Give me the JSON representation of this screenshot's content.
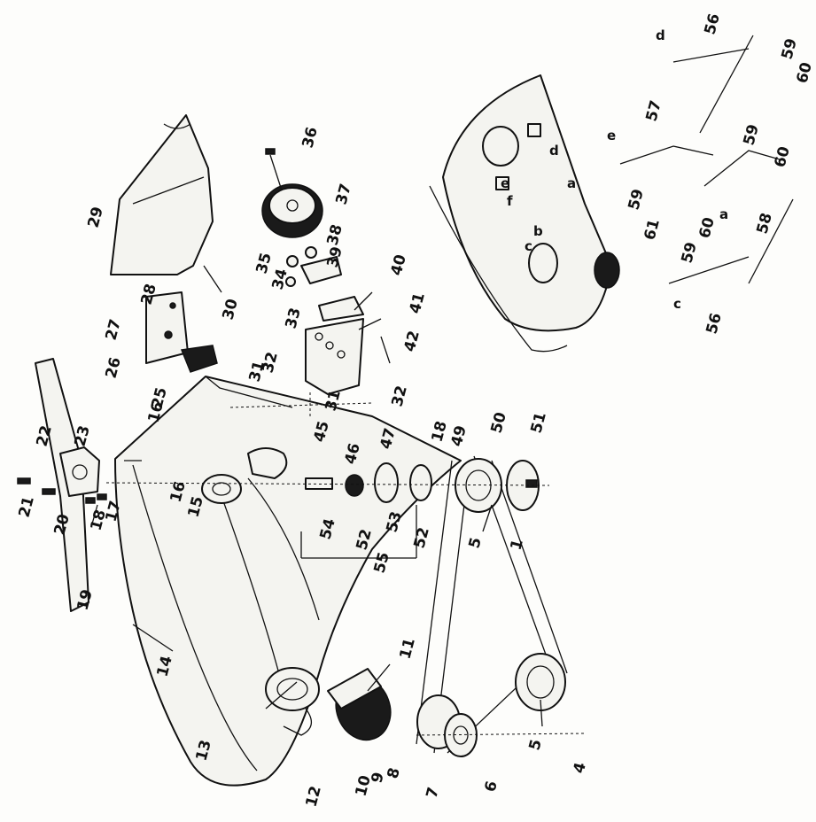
{
  "part_numbers": [
    "1",
    "4",
    "5",
    "5",
    "6",
    "7",
    "8",
    "9",
    "10",
    "11",
    "12",
    "13",
    "14",
    "15",
    "16",
    "16",
    "17",
    "18",
    "18",
    "19",
    "20",
    "21",
    "22",
    "23",
    "25",
    "26",
    "27",
    "28",
    "29",
    "30",
    "31",
    "31",
    "32",
    "32",
    "33",
    "34",
    "35",
    "36",
    "37",
    "38",
    "39",
    "40",
    "41",
    "42",
    "45",
    "46",
    "47",
    "49",
    "50",
    "51",
    "52",
    "52",
    "53",
    "54",
    "55",
    "56",
    "56",
    "57",
    "58",
    "59",
    "59",
    "59",
    "59",
    "60",
    "60",
    "60",
    "61"
  ],
  "letter_tags": [
    "a",
    "a",
    "b",
    "c",
    "c",
    "d",
    "d",
    "e",
    "e",
    "f"
  ]
}
